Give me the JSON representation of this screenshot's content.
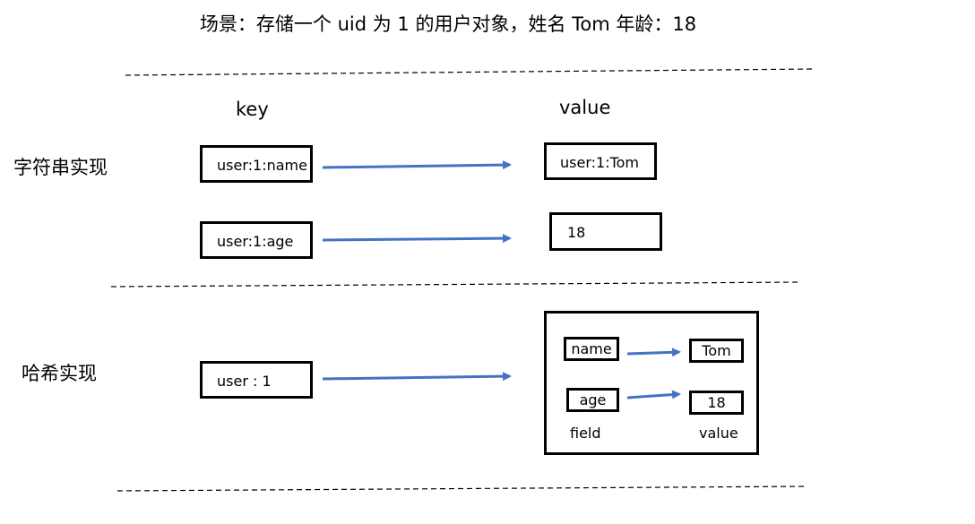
{
  "title": "场景：存储一个 uid 为 1 的用户对象，姓名 Tom 年龄：18",
  "headers": {
    "key": "key",
    "value": "value"
  },
  "string_impl": {
    "label": "字符串实现",
    "rows": [
      {
        "key": "user:1:name",
        "value": "user:1:Tom"
      },
      {
        "key": "user:1:age",
        "value": "18"
      }
    ]
  },
  "hash_impl": {
    "label": "哈希实现",
    "key": "user : 1",
    "fields": [
      {
        "field": "name",
        "value": "Tom"
      },
      {
        "field": "age",
        "value": "18"
      }
    ],
    "field_caption": "field",
    "value_caption": "value"
  },
  "colors": {
    "arrow": "#4472C4",
    "border": "#000000",
    "dashed_line": "#000000"
  }
}
